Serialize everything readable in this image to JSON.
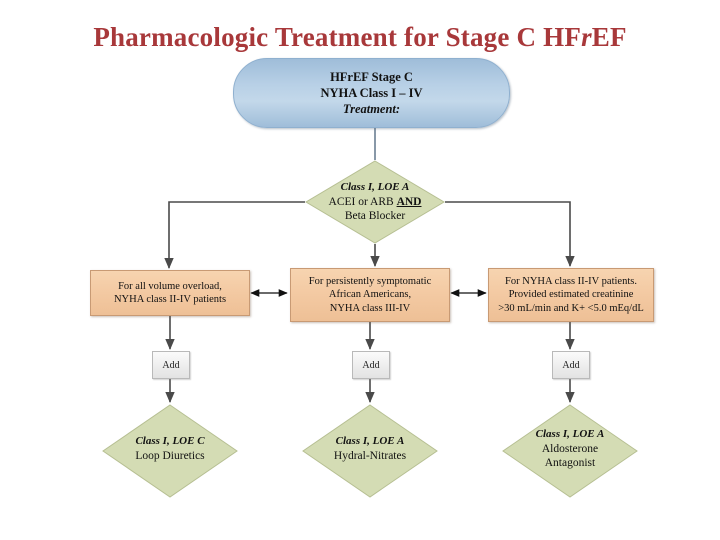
{
  "title": {
    "prefix": "Pharmacologic Treatment for Stage C HF",
    "italic_letter": "r",
    "suffix": "EF",
    "color": "#a8383a"
  },
  "colors": {
    "title_red": "#a8383a",
    "top_box_blue": "#b8d0e6",
    "diamond_green": "#d4dcb4",
    "orange_box": "#f3c9a2",
    "add_box_gray": "#ededed",
    "connector_gray": "#555555"
  },
  "top_box": {
    "line1": "HFrEF Stage C",
    "line2": "NYHA Class I – IV",
    "line3": "Treatment:"
  },
  "diamond_top": {
    "line1": "Class I, LOE A",
    "line2_pre": "ACEI or ARB ",
    "line2_bold": "AND",
    "line3": "Beta Blocker"
  },
  "orange_boxes": [
    {
      "id": "left",
      "lines": [
        "For all volume overload,",
        "NYHA class II-IV patients"
      ]
    },
    {
      "id": "mid",
      "lines": [
        "For persistently symptomatic",
        "African Americans,",
        "NYHA class III-IV"
      ]
    },
    {
      "id": "right",
      "lines": [
        "For NYHA class II-IV patients.",
        "Provided  estimated creatinine",
        ">30 mL/min and K+ <5.0 mEq/dL"
      ]
    }
  ],
  "add_boxes": [
    {
      "id": "left",
      "label": "Add"
    },
    {
      "id": "mid",
      "label": "Add"
    },
    {
      "id": "right",
      "label": "Add"
    }
  ],
  "bottom_diamonds": [
    {
      "id": "left",
      "line1": "Class I, LOE C",
      "line2": "Loop Diuretics",
      "line3": ""
    },
    {
      "id": "mid",
      "line1": "Class I, LOE A",
      "line2": "Hydral-Nitrates",
      "line3": ""
    },
    {
      "id": "right",
      "line1": "Class I, LOE A",
      "line2": "Aldosterone",
      "line3": "Antagonist"
    }
  ]
}
